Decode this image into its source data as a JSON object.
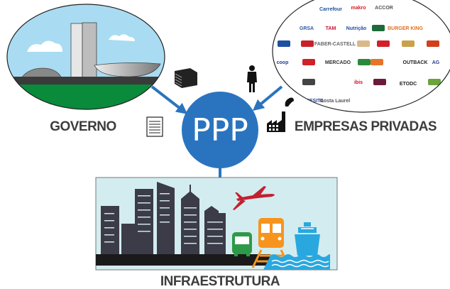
{
  "center": {
    "label": "PPP"
  },
  "labels": {
    "government": "GOVERNO",
    "private": "EMPRESAS PRIVADAS",
    "infrastructure": "INFRAESTRUTURA"
  },
  "colors": {
    "accent": "#2a74bf",
    "sky": "#a9dcf2",
    "grass": "#0a8a3b",
    "city_bg": "#d3ecef",
    "building": "#3c3b48",
    "plane": "#c3202f",
    "bus": "#2e9a47",
    "train": "#f7941d",
    "ship": "#29a8e0",
    "text": "#3d3d3f"
  },
  "icons": [
    "money-stack-icon",
    "document-icon",
    "businessman-icon",
    "factory-icon",
    "airplane-icon",
    "bus-icon",
    "train-icon",
    "ship-icon"
  ],
  "logos": [
    {
      "text": "Carrefour",
      "color": "#1e4fa0"
    },
    {
      "text": "makro",
      "color": "#d0202a"
    },
    {
      "text": "ACCOR",
      "color": "#555"
    },
    {
      "text": "GRSA",
      "color": "#2a5aa0"
    },
    {
      "text": "TAM",
      "color": "#c8102e"
    },
    {
      "text": "Nutrição",
      "color": "#1e4fa0"
    },
    {
      "text": "BURGER KING",
      "color": "#e07020"
    },
    {
      "text": "FABER-CASTELL",
      "color": "#666"
    },
    {
      "text": "coop",
      "color": "#1e3f9a"
    },
    {
      "text": "MERCADO",
      "color": "#333"
    },
    {
      "text": "OUTBACK",
      "color": "#222"
    },
    {
      "text": "AG",
      "color": "#2b3f8c"
    },
    {
      "text": "ibis",
      "color": "#c8102e"
    },
    {
      "text": "ETODC",
      "color": "#222"
    },
    {
      "text": "ACESITA",
      "color": "#1e3f9a"
    },
    {
      "text": "Costa Laurel",
      "color": "#555"
    }
  ]
}
